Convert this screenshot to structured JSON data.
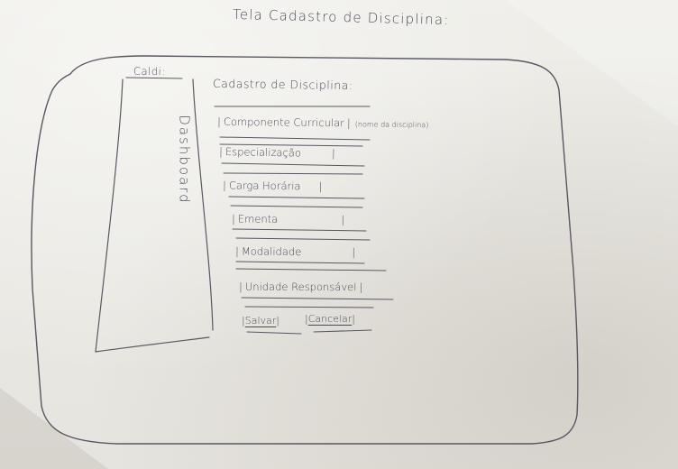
{
  "screen_title": "Tela Cadastro de Disciplina:",
  "sidebar": {
    "heading": "Caldi:",
    "dashboard_label": "Dashboard"
  },
  "form": {
    "heading": "Cadastro de Disciplina:",
    "fields": [
      {
        "label": "Componente Curricular",
        "note": "(nome da disciplina)"
      },
      {
        "label": "Especialização"
      },
      {
        "label": "Carga Horária"
      },
      {
        "label": "Ementa"
      },
      {
        "label": "Modalidade"
      },
      {
        "label": "Unidade Responsável"
      }
    ],
    "buttons": {
      "save": "Salvar",
      "cancel": "Cancelar"
    }
  },
  "colors": {
    "ink": "#4d4a57",
    "paper": "#ecebe6"
  }
}
